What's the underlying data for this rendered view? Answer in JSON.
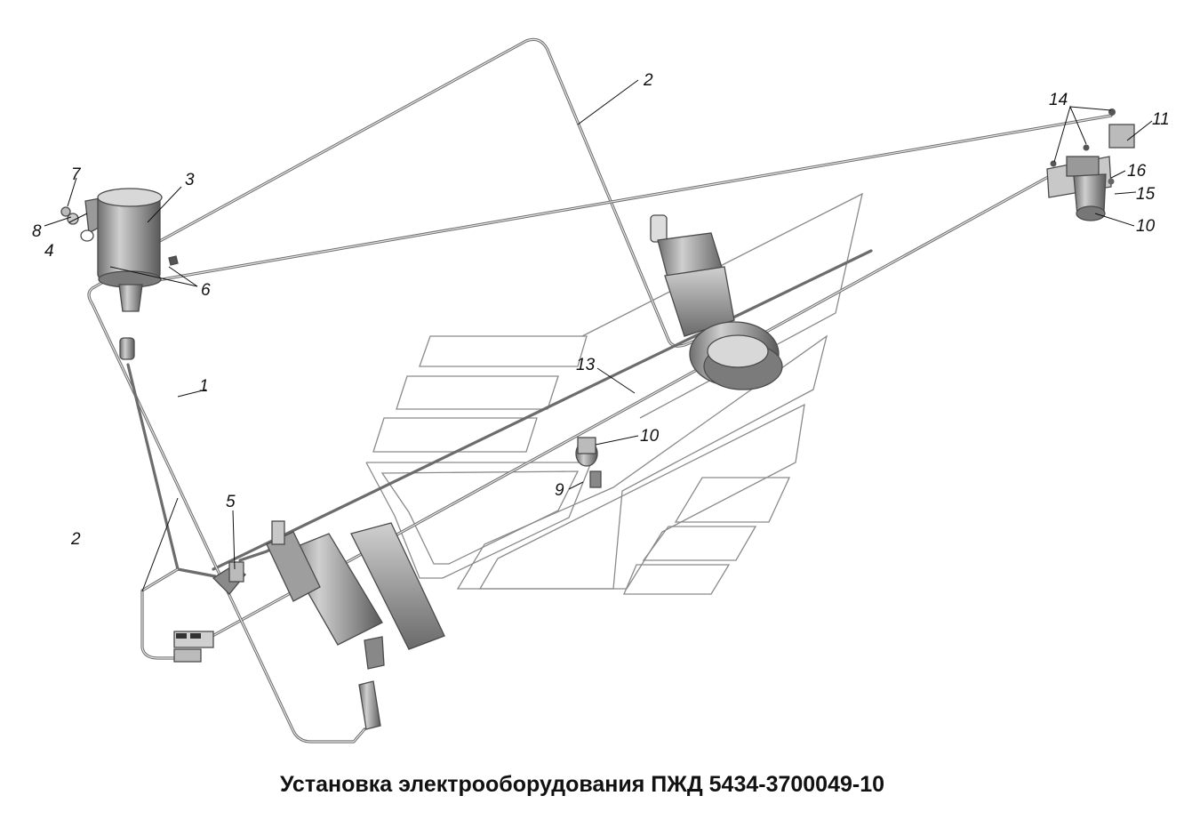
{
  "caption": "Установка электрооборудования ПЖД 5434-3700049-10",
  "callouts": [
    "1",
    "2",
    "2",
    "3",
    "4",
    "5",
    "6",
    "7",
    "8",
    "9",
    "10",
    "10",
    "11",
    "13",
    "14",
    "15",
    "16"
  ]
}
